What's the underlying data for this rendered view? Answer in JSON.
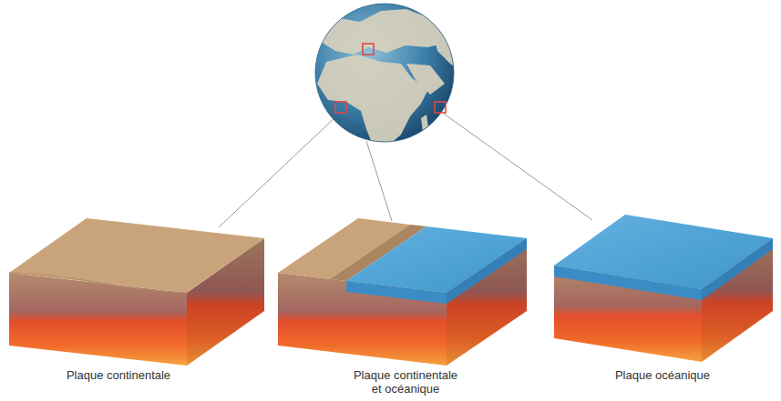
{
  "diagram": {
    "labels": [
      "Plaque continentale",
      "Plaque continentale et océanique",
      "Plaque océanique"
    ]
  }
}
